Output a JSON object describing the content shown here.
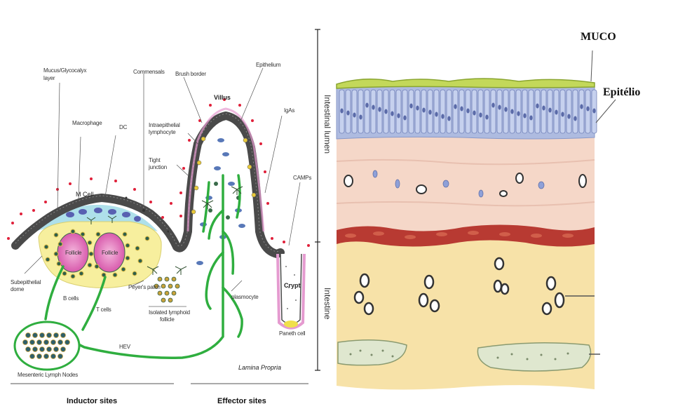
{
  "left_panel": {
    "labels": {
      "mucus_layer_1": "Mucus/Glycocalyx",
      "mucus_layer_2": "layer",
      "commensals": "Commensals",
      "brush_border": "Brush border",
      "epithelium": "Epithelium",
      "macrophage": "Macrophage",
      "dc": "DC",
      "villus": "Villus",
      "iga": "IgAs",
      "intraepithelial_1": "Intraepithelial",
      "intraepithelial_2": "lymphocyte",
      "tight_1": "Tight",
      "tight_2": "junction",
      "camps": "CAMPs",
      "m_cell": "M Cell",
      "follicle_1": "Follicle",
      "follicle_2": "Follicle",
      "subepithelial_1": "Subepithelial",
      "subepithelial_2": "dome",
      "b_cells": "B cells",
      "t_cells": "T cells",
      "peyers_patch": "Peyer's patch",
      "isolated_1": "Isolated lymphoid",
      "isolated_2": "follicle",
      "plasmocyte": "plasmocyte",
      "crypt": "Crypt",
      "paneth": "Paneth cell",
      "hev": "HEV",
      "lamina_propria": "Lamina Propria",
      "mesenteric": "Mesenteric Lymph Nodes",
      "inductor_sites": "Inductor sites",
      "effector_sites": "Effector sites"
    },
    "side_axis": {
      "lumen": "Intestinal lumen",
      "intestine": "Intestine"
    },
    "colors": {
      "epithelium": "#4a4a4a",
      "mucus_dots": "#e0203a",
      "dome": "#aee0ea",
      "peyer_patch": "#f7ef9e",
      "follicle": "#e06cb8",
      "vessels": "#2fae3f",
      "plasmocyte": "#5878b8"
    }
  },
  "right_panel": {
    "labels": {
      "muco": "MUCO",
      "epitelio": "Epitélio"
    },
    "colors": {
      "mucus": "#c3d85a",
      "epithelium": "#aebbe0",
      "lamina": "#f5d7c8",
      "muscularis_mucosae": "#b83a32",
      "submucosa": "#f7e2a8",
      "vessels": "#dfe7cf"
    }
  }
}
